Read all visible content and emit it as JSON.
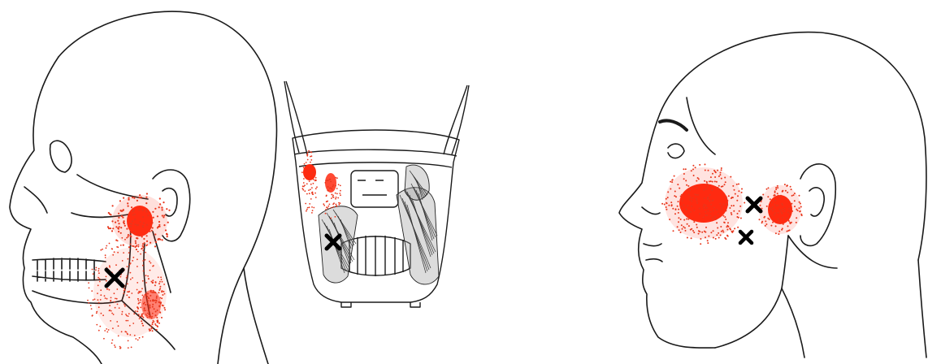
{
  "figures": [
    {
      "name": "left-head-skull-lateral",
      "trigger_points": 1,
      "pain_zones": 3
    },
    {
      "name": "middle-skull-posterior-pterygoid",
      "trigger_points": 1,
      "pain_zones": 2
    },
    {
      "name": "right-head-profile",
      "trigger_points": 2,
      "pain_zones": 2
    }
  ],
  "colors": {
    "outline": "#1a1a1a",
    "pain_dense": "#ff2a10",
    "pain_dots": "#e8361c",
    "trigger_mark": "#000000",
    "background": "#ffffff"
  }
}
